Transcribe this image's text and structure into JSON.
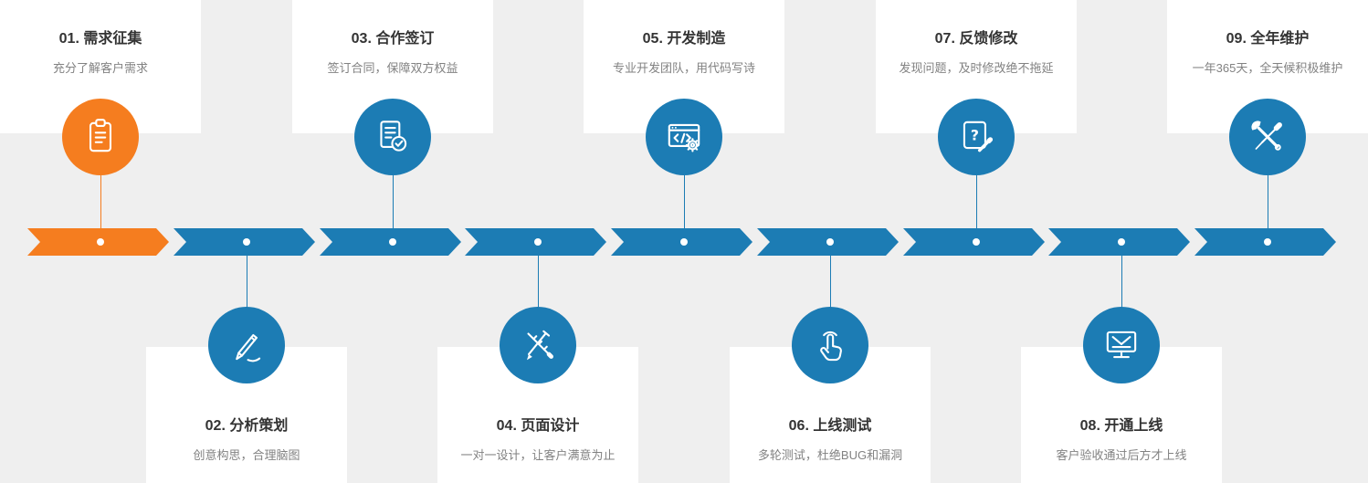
{
  "steps": [
    {
      "title": "01. 需求征集",
      "subtitle": "充分了解客户需求",
      "icon": "clipboard-icon",
      "side": "top",
      "accent": "#f57d1f"
    },
    {
      "title": "02. 分析策划",
      "subtitle": "创意构思，合理脑图",
      "icon": "pen-icon",
      "side": "bottom",
      "accent": "#1c7cb4"
    },
    {
      "title": "03. 合作签订",
      "subtitle": "签订合同，保障双方权益",
      "icon": "contract-icon",
      "side": "top",
      "accent": "#1c7cb4"
    },
    {
      "title": "04. 页面设计",
      "subtitle": "一对一设计，让客户满意为止",
      "icon": "design-tools-icon",
      "side": "bottom",
      "accent": "#1c7cb4"
    },
    {
      "title": "05. 开发制造",
      "subtitle": "专业开发团队，用代码写诗",
      "icon": "code-window-icon",
      "side": "top",
      "accent": "#1c7cb4"
    },
    {
      "title": "06. 上线测试",
      "subtitle": "多轮测试，杜绝BUG和漏洞",
      "icon": "tap-icon",
      "side": "bottom",
      "accent": "#1c7cb4"
    },
    {
      "title": "07. 反馈修改",
      "subtitle": "发现问题，及时修改绝不拖延",
      "icon": "feedback-edit-icon",
      "side": "top",
      "accent": "#1c7cb4"
    },
    {
      "title": "08. 开通上线",
      "subtitle": "客户验收通过后方才上线",
      "icon": "monitor-check-icon",
      "side": "bottom",
      "accent": "#1c7cb4"
    },
    {
      "title": "09. 全年维护",
      "subtitle": "一年365天，全天候积极维护",
      "icon": "tools-icon",
      "side": "top",
      "accent": "#1c7cb4"
    }
  ],
  "colors": {
    "accent_orange": "#f57d1f",
    "accent_blue": "#1c7cb4",
    "background": "#efefef",
    "card": "#ffffff",
    "title_text": "#333333",
    "subtitle_text": "#828282"
  }
}
